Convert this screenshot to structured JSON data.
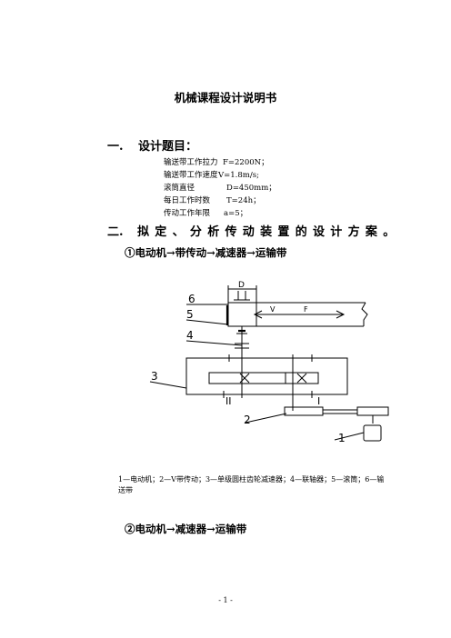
{
  "doc": {
    "title": "机械课程设计说明书",
    "section1": {
      "num": "一.",
      "heading": "设计题目："
    },
    "params": [
      {
        "label": "输送带工作拉力",
        "value": "F=2200N；"
      },
      {
        "label": "输送带工作速度",
        "value": "V=1.8m/s;"
      },
      {
        "label": "滚筒直径",
        "value": "D=450mm；"
      },
      {
        "label": "每日工作时数",
        "value": "T=24h；"
      },
      {
        "label": "传动工作年限",
        "value": "a=5；"
      }
    ],
    "section2": {
      "num": "二.",
      "heading": "拟定、分析传动装置的设计方案。"
    },
    "scheme1": "①电动机→带传动→减速器→运输带",
    "diagram": {
      "D": "D",
      "V": "V",
      "F": "F",
      "n1": "1",
      "n2": "2",
      "n3": "3",
      "n4": "4",
      "n5": "5",
      "n6": "6",
      "shaft2": "II",
      "shaft1": "I"
    },
    "caption": "1—电动机；2—V带传动；3—单级圆柱齿轮减速器；4—联轴器；5—滚筒；6—输送带",
    "scheme2": "②电动机→减速器→运输带",
    "page": "- 1 -"
  }
}
